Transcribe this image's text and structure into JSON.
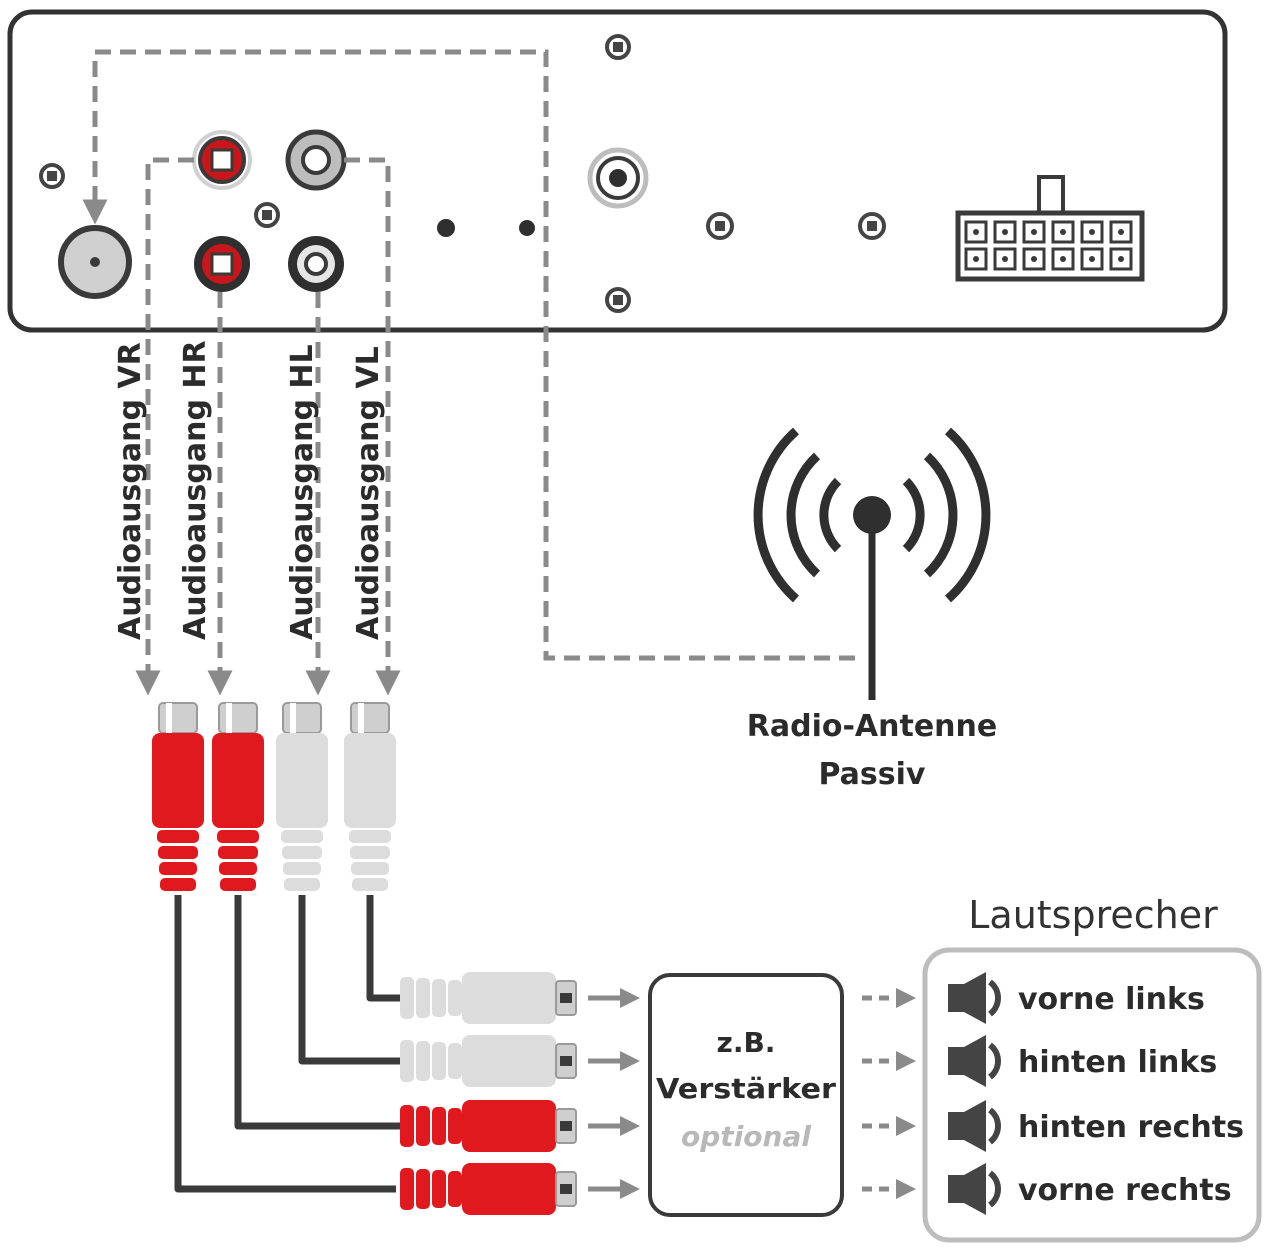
{
  "colors": {
    "red": "#e0191e",
    "white_plug": "#dcdcdc",
    "dark": "#2f2f2f",
    "dash_grey": "#8a8a8a",
    "panel_border": "#333333"
  },
  "outputs": [
    {
      "label": "Audioausgang VR",
      "color": "red"
    },
    {
      "label": "Audioausgang HR",
      "color": "red"
    },
    {
      "label": "Audioausgang HL",
      "color": "white"
    },
    {
      "label": "Audioausgang VL",
      "color": "white"
    }
  ],
  "antenna": {
    "line1": "Radio-Antenne",
    "line2": "Passiv",
    "icon": "antenna-icon"
  },
  "amplifier": {
    "line1": "z.B.",
    "line2": "Verstärker",
    "line3": "optional"
  },
  "speakers": {
    "title": "Lautsprecher",
    "icon": "speaker-icon",
    "items": [
      "vorne links",
      "hinten links",
      "hinten rechts",
      "vorne rechts"
    ]
  }
}
